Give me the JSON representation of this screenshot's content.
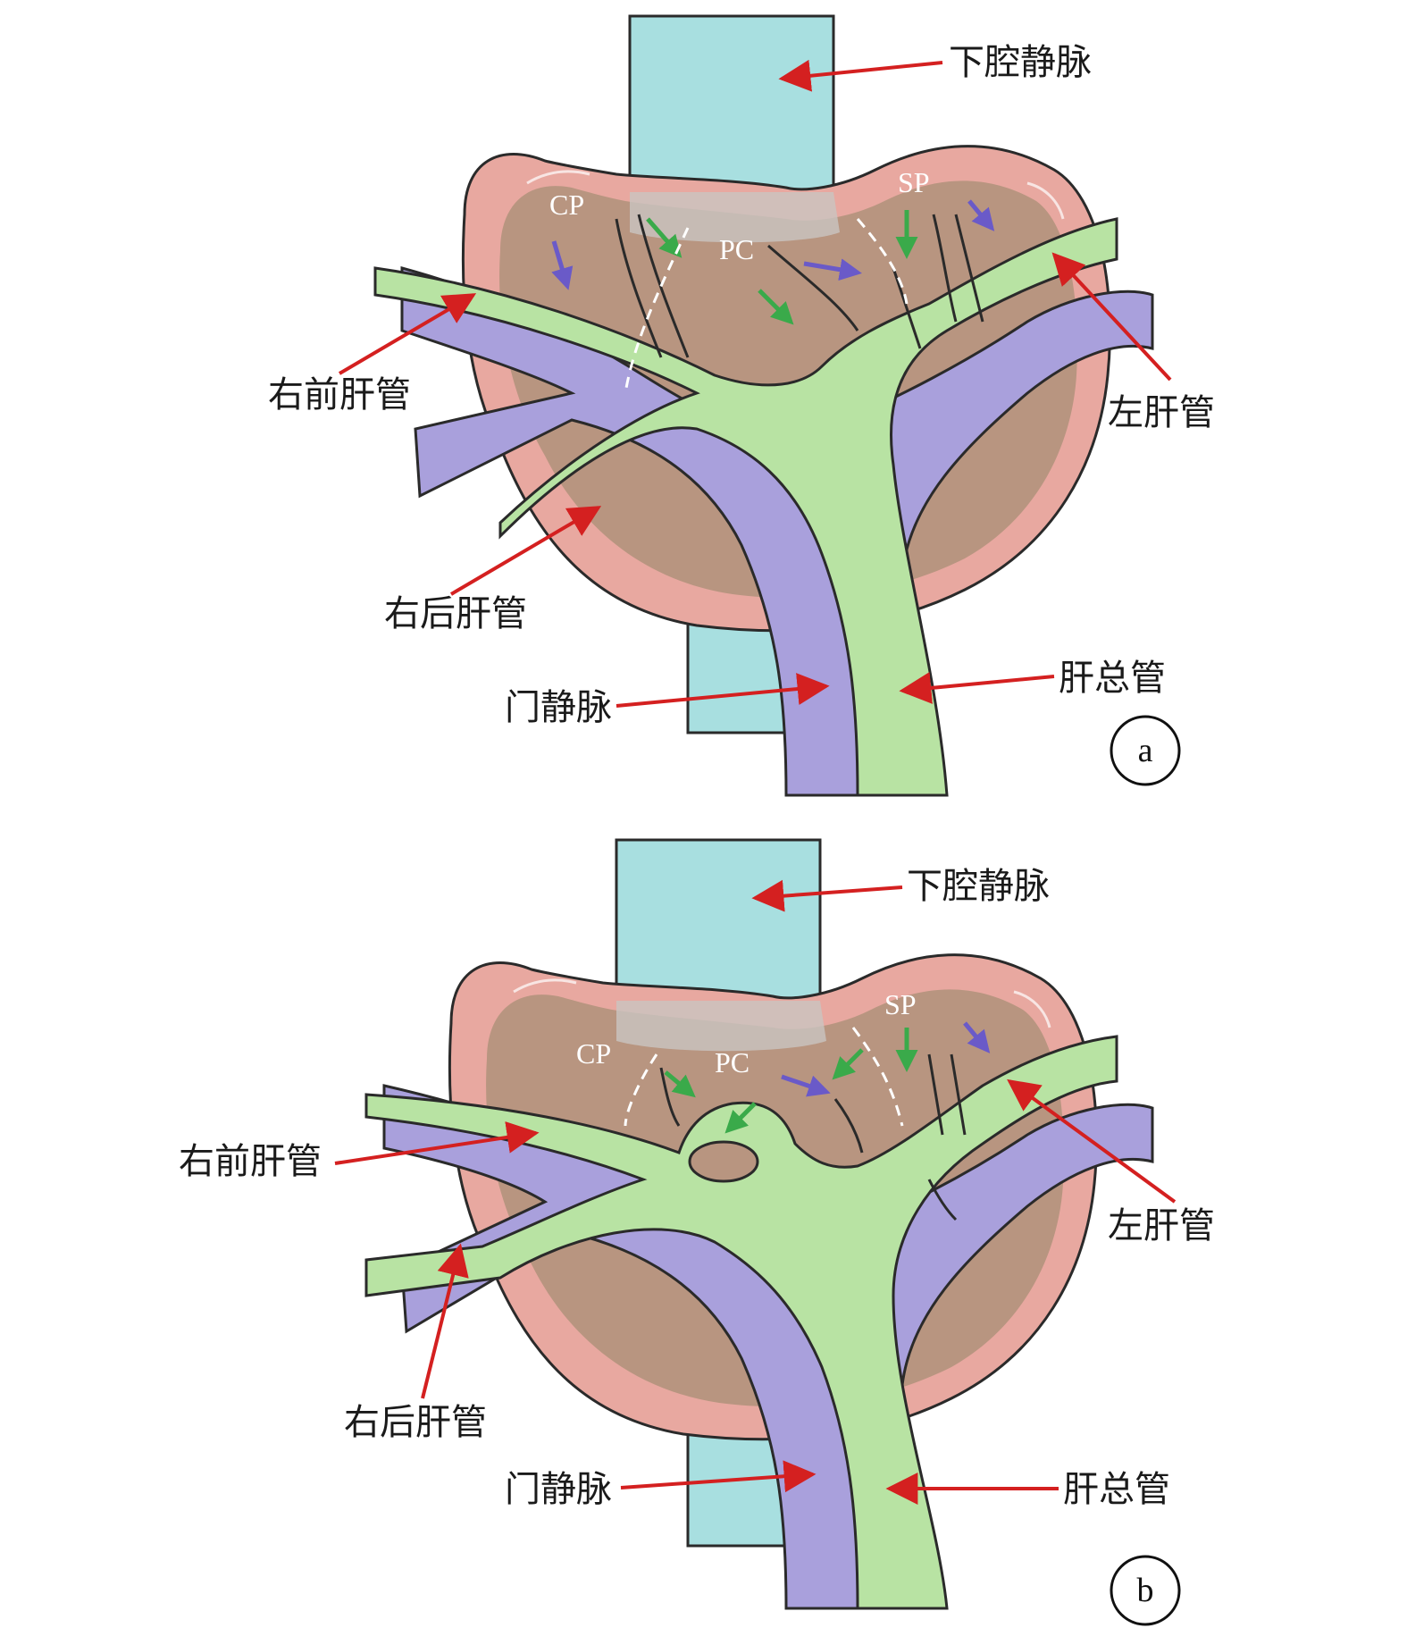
{
  "panels": [
    {
      "id": "a",
      "letter": "a",
      "labels": {
        "ivc": "下腔静脉",
        "right_anterior_duct": "右前肝管",
        "left_duct": "左肝管",
        "right_posterior_duct": "右后肝管",
        "portal_vein": "门静脉",
        "common_hepatic_duct": "肝总管"
      },
      "segments": {
        "cp": "CP",
        "pc": "PC",
        "sp": "SP"
      }
    },
    {
      "id": "b",
      "letter": "b",
      "labels": {
        "ivc": "下腔静脉",
        "right_anterior_duct": "右前肝管",
        "left_duct": "左肝管",
        "right_posterior_duct": "右后肝管",
        "portal_vein": "门静脉",
        "common_hepatic_duct": "肝总管"
      },
      "segments": {
        "cp": "CP",
        "pc": "PC",
        "sp": "SP"
      }
    }
  ],
  "colors": {
    "liver_outer": "#e8a8a0",
    "liver_inner": "#b89580",
    "ivc": "#a8dfe0",
    "portal_vein": "#a9a0dc",
    "bile_duct": "#b8e3a3",
    "outline": "#2a2a2a",
    "leader_arrow": "#d42020",
    "green_arrow": "#3aaa4a",
    "purple_arrow": "#6a5ac8"
  }
}
